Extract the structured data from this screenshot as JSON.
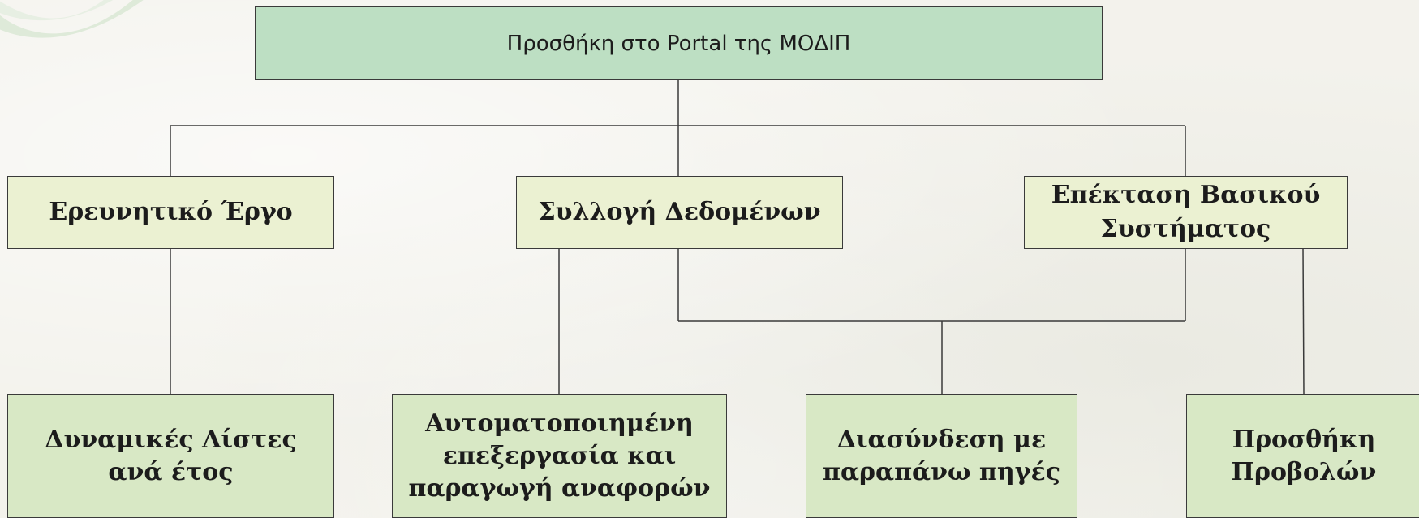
{
  "diagram": {
    "root": {
      "label": "Προσθήκη στο Portal της ΜΟΔΙΠ"
    },
    "branches": [
      {
        "label": "Ερευνητικό Έργο"
      },
      {
        "label": "Συλλογή Δεδομένων"
      },
      {
        "label": "Επέκταση Βασικού Συστήματος"
      }
    ],
    "leaves": [
      {
        "label": "Δυναμικές Λίστες ανά έτος"
      },
      {
        "label": "Αυτοματοποιημένη επεξεργασία και παραγωγή αναφορών"
      },
      {
        "label": "Διασύνδεση με παραπάνω πηγές"
      },
      {
        "label": "Προσθήκη Προβολών"
      }
    ],
    "colors": {
      "root_fill": "#bddfc3",
      "branch_fill": "#ebf1d2",
      "leaf_fill": "#d8e8c5",
      "line": "#3a3a3a",
      "background": "#f3f2ec"
    }
  }
}
